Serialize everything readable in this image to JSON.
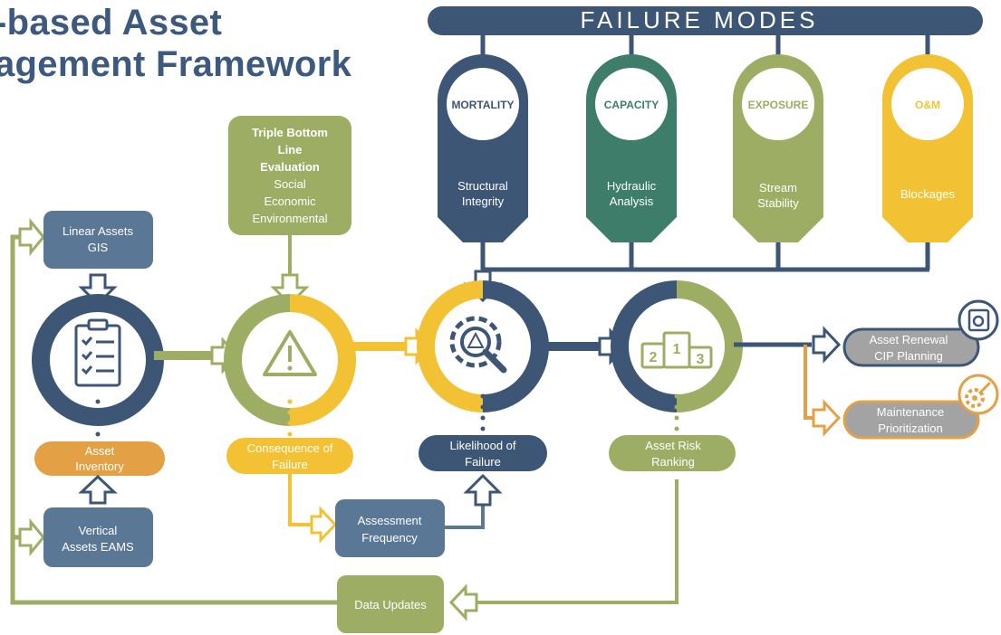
{
  "title": {
    "line1": "-based Asset",
    "line2": "agement Framework"
  },
  "failure_modes": {
    "header": "FAILURE MODES",
    "items": [
      {
        "tag": "MORTALITY",
        "line1": "Structural",
        "line2": "Integrity",
        "color": "#3d5676"
      },
      {
        "tag": "CAPACITY",
        "line1": "Hydraulic",
        "line2": "Analysis",
        "color": "#3d7d69"
      },
      {
        "tag": "EXPOSURE",
        "line1": "Stream",
        "line2": "Stability",
        "color": "#9ead64"
      },
      {
        "tag": "O&M",
        "line1": "Blockages",
        "line2": "",
        "color": "#f2c234"
      }
    ]
  },
  "boxes": {
    "linear_assets": {
      "line1": "Linear Assets",
      "line2": "GIS"
    },
    "vertical_assets": {
      "line1": "Vertical",
      "line2": "Assets EAMS"
    },
    "asset_inventory": {
      "line1": "Asset",
      "line2": "Inventory"
    },
    "triple_bottom_line": {
      "line1": "Triple Bottom",
      "line2": "Line",
      "line3": "Evaluation",
      "line4": "Social",
      "line5": "Economic",
      "line6": "Environmental"
    },
    "consequence": {
      "line1": "Consequence of",
      "line2": "Failure"
    },
    "likelihood": {
      "line1": "Likelihood of",
      "line2": "Failure"
    },
    "assessment_frequency": {
      "line1": "Assessment",
      "line2": "Frequency"
    },
    "risk_ranking": {
      "line1": "Asset Risk",
      "line2": "Ranking"
    },
    "data_updates": {
      "line1": "Data Updates"
    },
    "renewal": {
      "line1": "Asset Renewal",
      "line2": "CIP Planning"
    },
    "maintenance": {
      "line1": "Maintenance",
      "line2": "Prioritization"
    }
  },
  "rank_icon": {
    "first": "1",
    "second": "2",
    "third": "3"
  },
  "colors": {
    "navy": "#3d5676",
    "slate": "#5a7896",
    "green": "#9ead64",
    "yellow": "#f2c234",
    "orange": "#e3a044",
    "gray": "#a3a3a3"
  }
}
